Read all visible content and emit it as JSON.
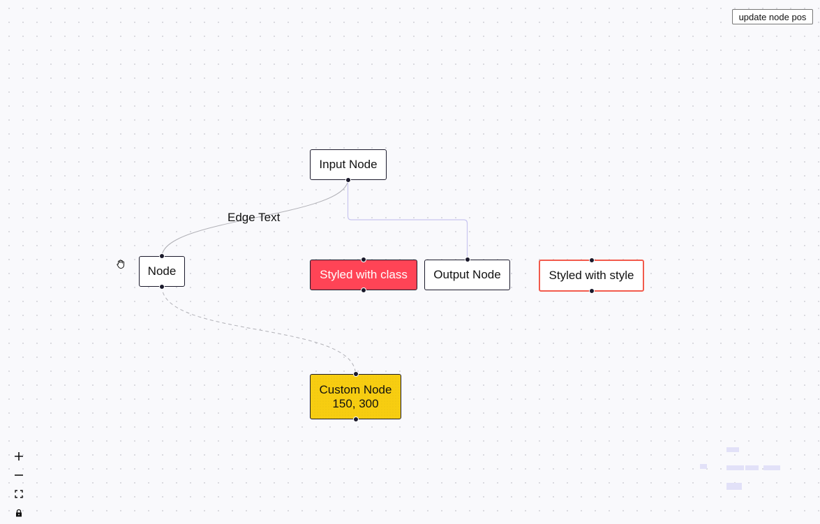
{
  "toolbar": {
    "update_label": "update node pos"
  },
  "edge": {
    "label": "Edge Text"
  },
  "nodes": {
    "input": "Input Node",
    "default": "Node",
    "class_styled": "Styled with class",
    "output": "Output Node",
    "style_styled": "Styled with style",
    "custom_line1": "Custom Node",
    "custom_line2": "150, 300"
  },
  "colors": {
    "canvas_bg": "#f9f9fc",
    "node_border": "#1a192b",
    "class_styled_bg": "#ff4456",
    "style_styled_border": "#f25a4c",
    "custom_bg": "#f7cd11",
    "edge_stroke": "#b1b1b7",
    "selected_edge_stroke": "#c8c5f0",
    "minimap_node": "#e2e1f8"
  },
  "controls": {
    "zoom_in_icon": "plus-icon",
    "zoom_out_icon": "minus-icon",
    "fit_view_icon": "fit-view-icon",
    "lock_icon": "lock-icon"
  }
}
